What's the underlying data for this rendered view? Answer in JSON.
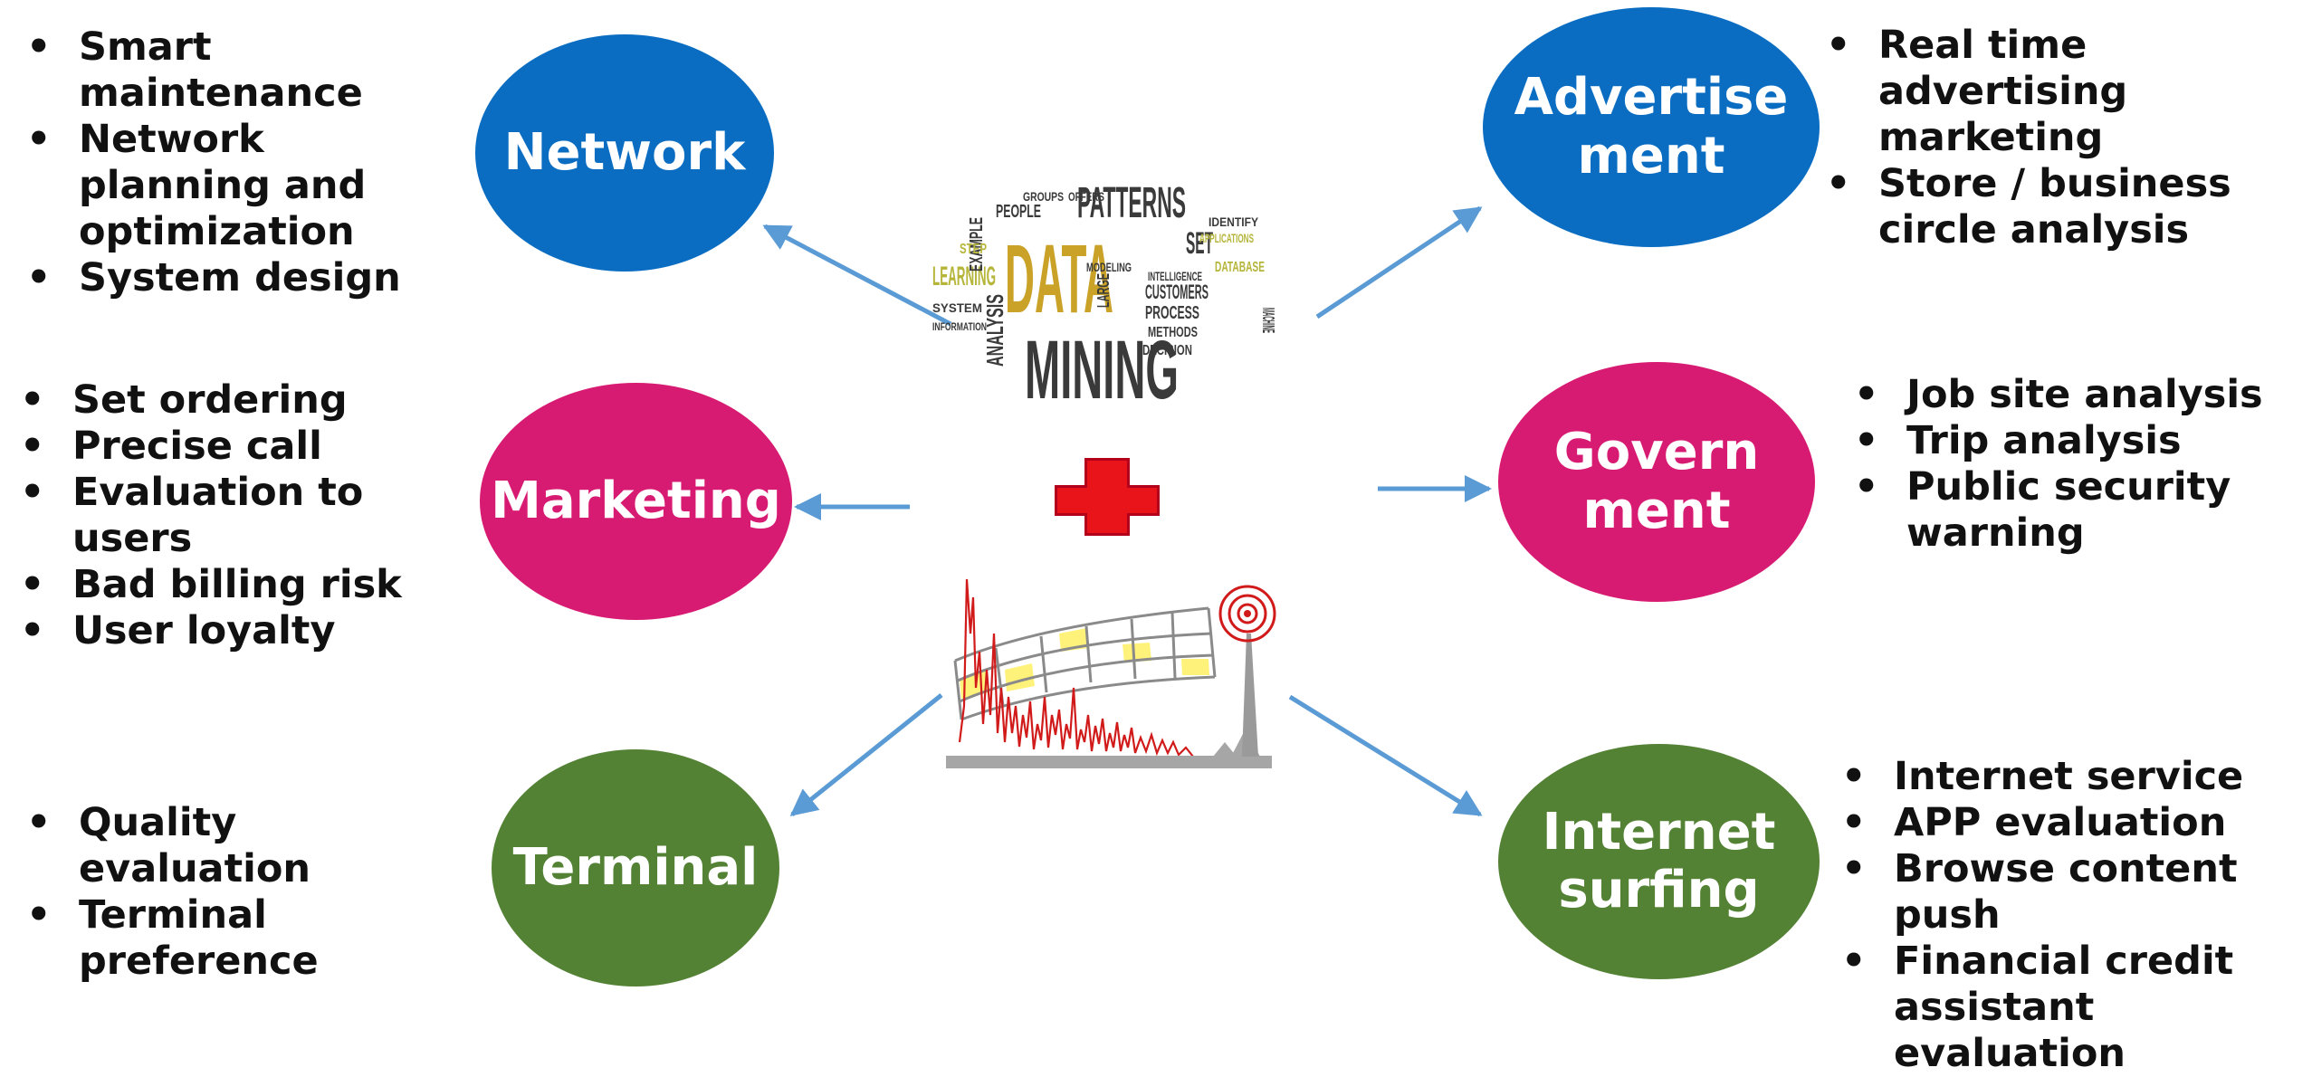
{
  "colors": {
    "blue": "#0a6dc2",
    "magenta": "#d81b72",
    "green": "#548235",
    "arrow": "#5b9bd5",
    "cross": "#e8141a",
    "wordcloud_gold": "#c9a227",
    "wordcloud_dark": "#3a3a3a"
  },
  "nodes": {
    "network": {
      "label": "Network",
      "items": [
        "Smart maintenance",
        "Network planning and optimization",
        "System design"
      ]
    },
    "marketing": {
      "label": "Marketing",
      "items": [
        "Set ordering",
        "Precise call",
        "Evaluation to users",
        "Bad billing risk",
        "User loyalty"
      ]
    },
    "terminal": {
      "label": "Terminal",
      "items": [
        "Quality evaluation",
        "Terminal preference"
      ]
    },
    "advertisement": {
      "label": "Advertise\nment",
      "items": [
        "Real time advertising marketing",
        "Store / business circle analysis"
      ]
    },
    "government": {
      "label": "Govern\nment",
      "items": [
        "Job site analysis",
        "Trip analysis",
        "Public security warning"
      ]
    },
    "internet": {
      "label": "Internet\nsurfing",
      "items": [
        "Internet service",
        "APP evaluation",
        "Browse content push",
        "Financial credit assistant evaluation"
      ]
    }
  },
  "wordcloud": {
    "main": [
      "DATA",
      "MINING",
      "PATTERNS"
    ],
    "minor": [
      "LEARNING",
      "ANALYSIS",
      "CUSTOMERS",
      "SET",
      "PROCESS",
      "DATABASE",
      "MACHINE",
      "EXAMPLE",
      "PEOPLE",
      "INTELLIGENCE",
      "METHODS",
      "MODELING",
      "DECISION",
      "IDENTIFY",
      "APPLICATIONS",
      "SYSTEM",
      "LARGE",
      "GROUPS",
      "OFFERS",
      "STEP",
      "INFORMATION"
    ]
  },
  "icons": {
    "center_top": "word-cloud-image",
    "center_mid": "red-cross-icon",
    "center_bottom": "signal-tower-chart-icon"
  }
}
